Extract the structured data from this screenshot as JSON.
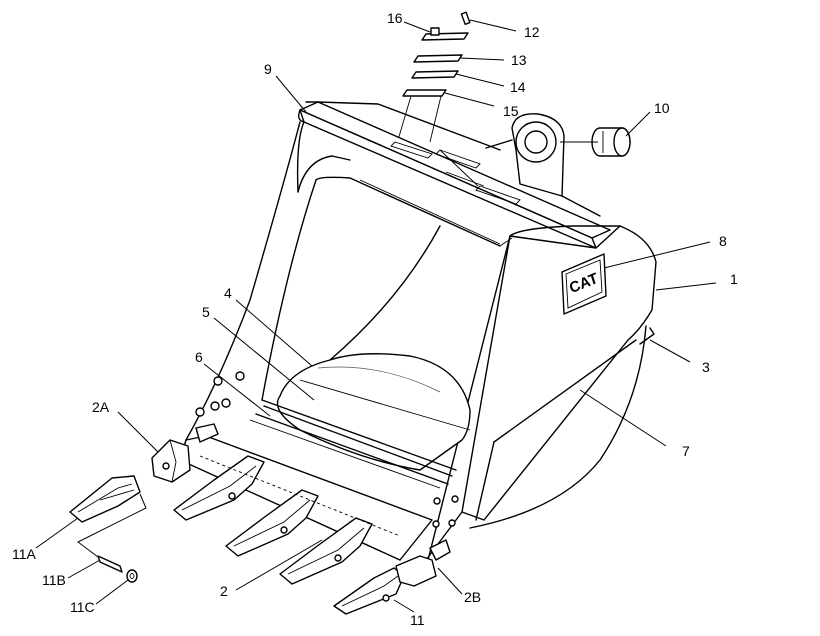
{
  "logo": {
    "text": "CAT"
  },
  "callouts": [
    {
      "id": "16",
      "label": "16"
    },
    {
      "id": "12",
      "label": "12"
    },
    {
      "id": "13",
      "label": "13"
    },
    {
      "id": "14",
      "label": "14"
    },
    {
      "id": "15",
      "label": "15"
    },
    {
      "id": "9",
      "label": "9"
    },
    {
      "id": "10",
      "label": "10"
    },
    {
      "id": "8",
      "label": "8"
    },
    {
      "id": "1",
      "label": "1"
    },
    {
      "id": "4",
      "label": "4"
    },
    {
      "id": "5",
      "label": "5"
    },
    {
      "id": "6",
      "label": "6"
    },
    {
      "id": "3",
      "label": "3"
    },
    {
      "id": "2A",
      "label": "2A"
    },
    {
      "id": "7",
      "label": "7"
    },
    {
      "id": "11A",
      "label": "11A"
    },
    {
      "id": "11B",
      "label": "11B"
    },
    {
      "id": "2",
      "label": "2"
    },
    {
      "id": "2B",
      "label": "2B"
    },
    {
      "id": "11C",
      "label": "11C"
    },
    {
      "id": "11",
      "label": "11"
    }
  ]
}
